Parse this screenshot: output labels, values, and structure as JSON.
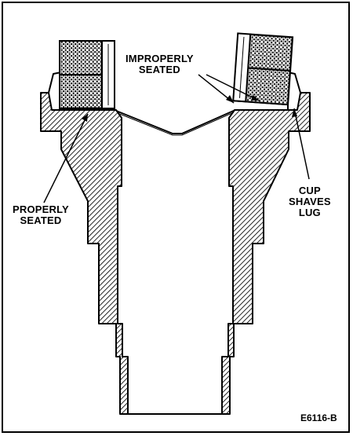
{
  "labels": {
    "improperly_seated": [
      "IMPROPERLY",
      "SEATED"
    ],
    "properly_seated": [
      "PROPERLY",
      "SEATED"
    ],
    "cup_shaves_lug": [
      "CUP",
      "SHAVES",
      "LUG"
    ]
  },
  "figure_code": "E6116-B",
  "colors": {
    "ink": "#000000",
    "paper": "#ffffff"
  }
}
